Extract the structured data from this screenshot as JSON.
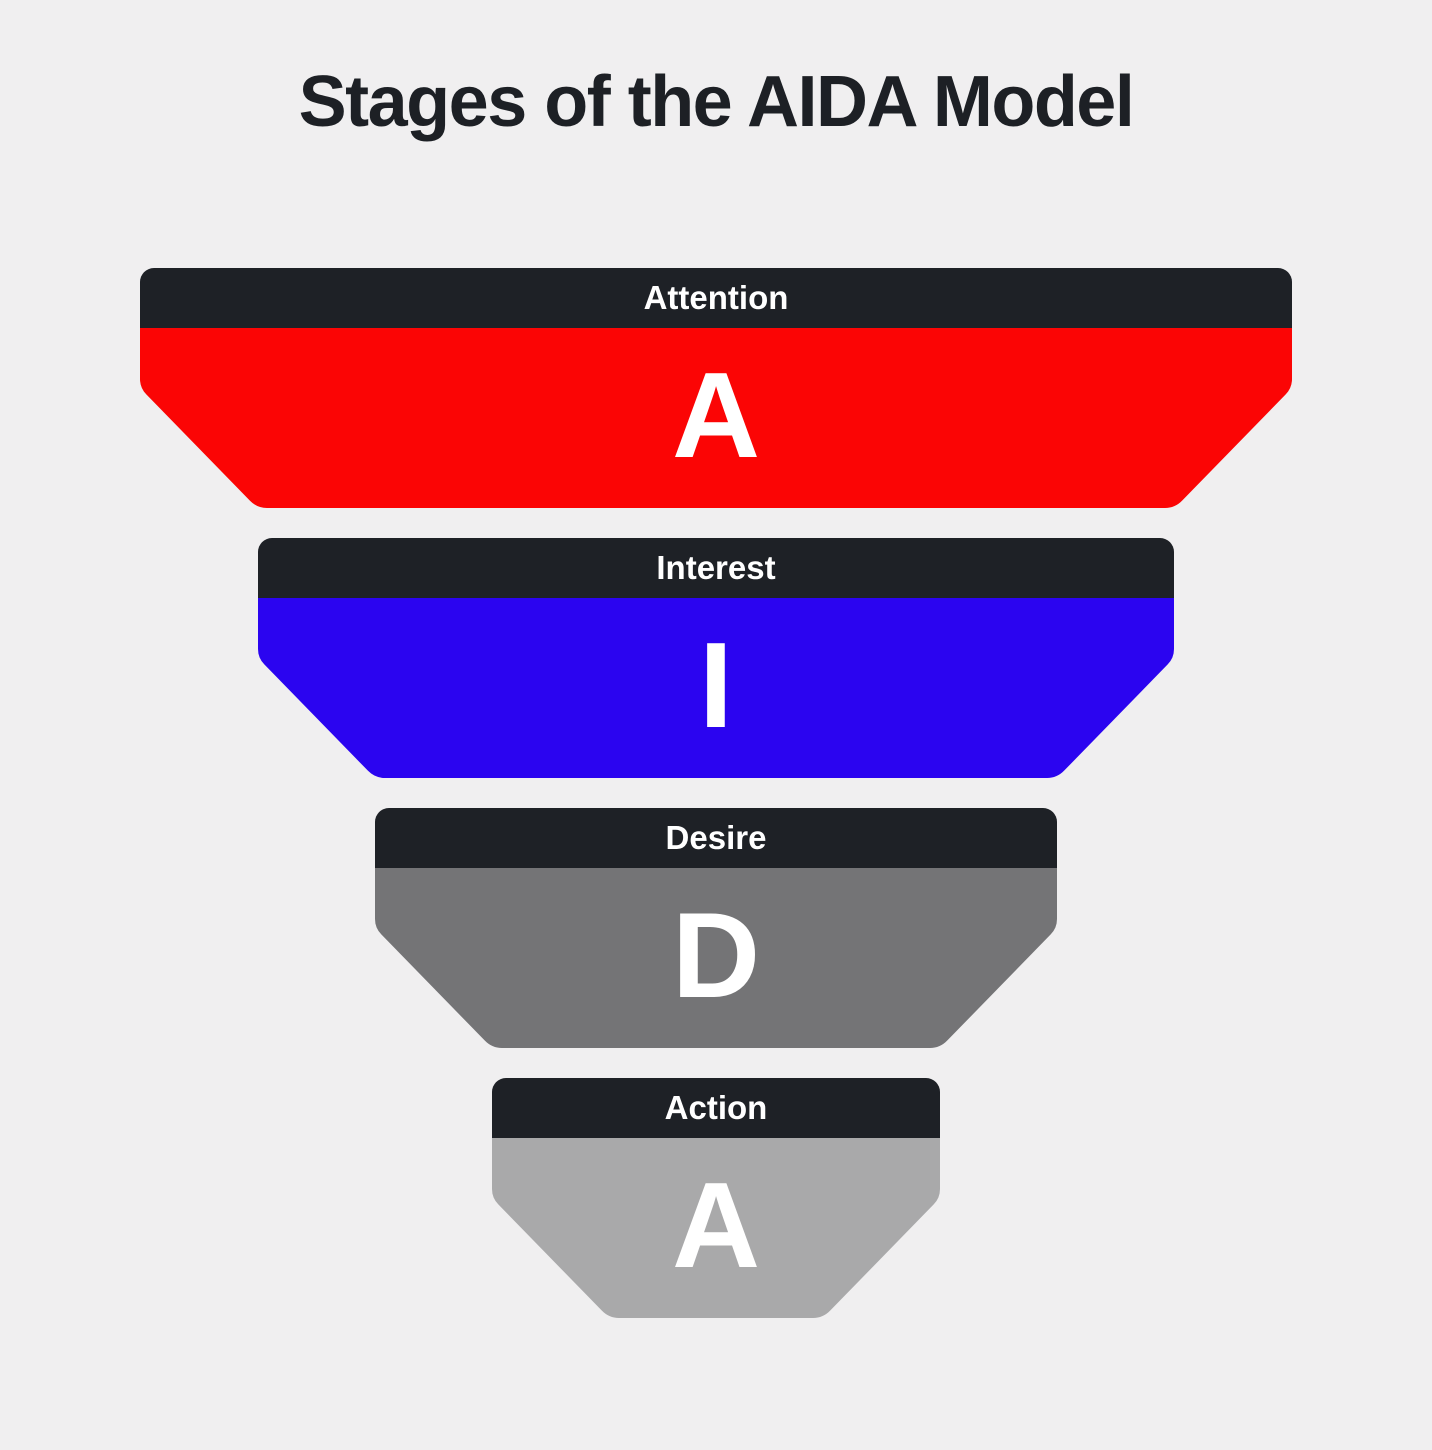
{
  "title": "Stages of the AIDA Model",
  "colors": {
    "background": "#f0eff0",
    "title_text": "#1d2025",
    "stage_header_bg": "#1e2126",
    "stage_text": "#ffffff"
  },
  "stages": [
    {
      "label": "Attention",
      "letter": "A",
      "color": "#fb0505"
    },
    {
      "label": "Interest",
      "letter": "I",
      "color": "#2b04f0"
    },
    {
      "label": "Desire",
      "letter": "D",
      "color": "#747476"
    },
    {
      "label": "Action",
      "letter": "A",
      "color": "#a9a9aa"
    }
  ]
}
